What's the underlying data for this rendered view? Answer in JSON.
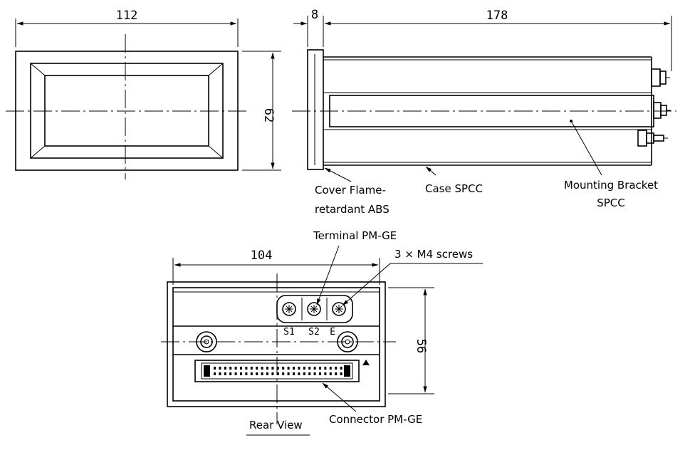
{
  "dimensions": {
    "front_width": "112",
    "front_height": "62",
    "cover_thickness": "8",
    "case_depth": "178",
    "rear_width": "104",
    "rear_height": "56"
  },
  "labels": {
    "cover_line1": "Cover Flame-",
    "cover_line2": "retardant ABS",
    "case": "Case SPCC",
    "bracket_line1": "Mounting Bracket",
    "bracket_line2": "SPCC",
    "terminal": "Terminal PM-GE",
    "screws": "3 × M4 screws",
    "connector": "Connector PM-GE",
    "rear_view": "Rear View"
  },
  "terminals": [
    "S1",
    "S2",
    "E"
  ]
}
